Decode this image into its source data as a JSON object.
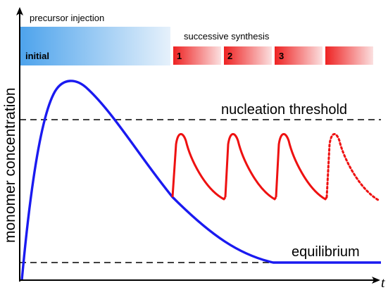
{
  "labels": {
    "precursor_injection": "precursor injection",
    "initial": "initial",
    "successive_synthesis": "successive synthesis",
    "step_1": "1",
    "step_2": "2",
    "step_3": "3",
    "nucleation_threshold": "nucleation threshold",
    "equilibrium": "equilibrium",
    "y_axis": "monomer concentration",
    "x_axis": "t"
  },
  "colors": {
    "initial_curve": "#1a1af0",
    "synthesis_curve": "#ee1111",
    "injection_bar": "#4da3ec",
    "synthesis_bar": "#ee2222",
    "dashed_lines": "#000000",
    "axes": "#000000"
  }
}
